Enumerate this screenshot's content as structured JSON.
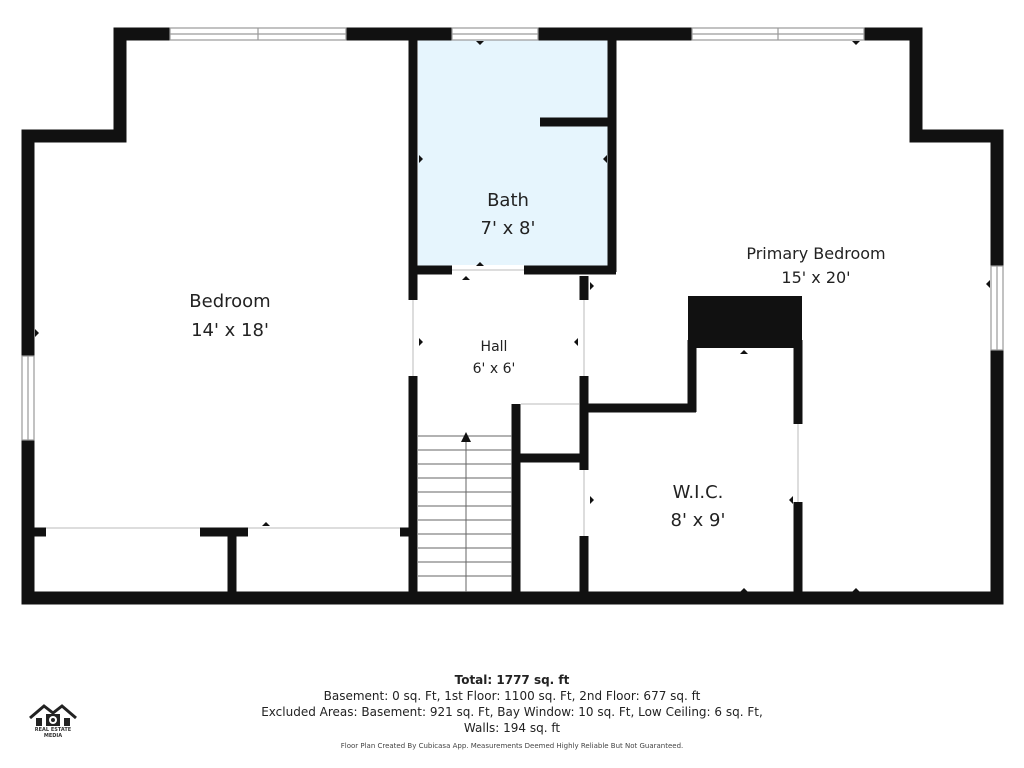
{
  "rooms": {
    "bath": {
      "name": "Bath",
      "dim": "7' x 8'"
    },
    "bedroom": {
      "name": "Bedroom",
      "dim": "14' x 18'"
    },
    "hall": {
      "name": "Hall",
      "dim": "6' x 6'"
    },
    "primary": {
      "name": "Primary Bedroom",
      "dim": "15' x 20'"
    },
    "wic": {
      "name": "W.I.C.",
      "dim": "8' x 9'"
    }
  },
  "colors": {
    "wall": "#111111",
    "bath_fill": "#e6f5fd",
    "window": "#9a9a9a"
  },
  "summary": {
    "total": "Total: 1777 sq. ft",
    "line1": "Basement: 0 sq. Ft, 1st Floor: 1100 sq. Ft, 2nd Floor: 677 sq. ft",
    "line2": "Excluded Areas: Basement: 921 sq. Ft, Bay Window: 10 sq. Ft, Low Ceiling: 6 sq. Ft,",
    "line3": "Walls: 194 sq. ft"
  },
  "credit": "Floor Plan Created By Cubicasa App. Measurements Deemed Highly Reliable But Not Guaranteed.",
  "logo": {
    "text": "REAL ESTATE MEDIA",
    "icon": "house-logo-icon"
  }
}
